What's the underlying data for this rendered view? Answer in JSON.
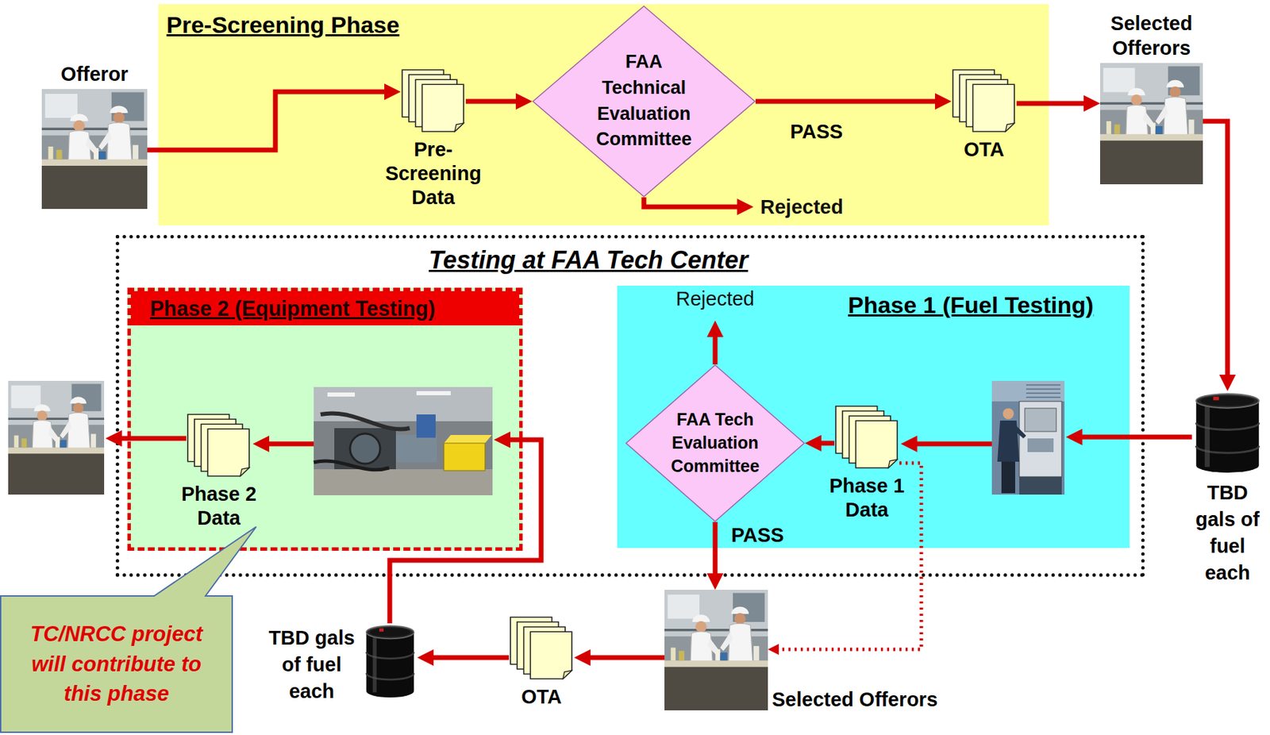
{
  "diagram": {
    "nodes": [
      {
        "text": [
          "Offeror"
        ]
      },
      {
        "text": [
          "Pre-Screening Phase"
        ]
      },
      {
        "text": [
          "Pre- Screening Data"
        ],
        "in": 1
      },
      {
        "text": [
          "FAA Technical Evaluation Committee"
        ],
        "in": 1
      },
      {
        "text": [
          "OTA"
        ],
        "in": 1
      },
      {
        "text": [
          "Selected Offerors"
        ]
      },
      {
        "text": [
          "TBD gals of fuel each"
        ]
      },
      {
        "text": [
          "Testing at FAA Tech Center"
        ]
      },
      {
        "text": [
          "Phase 2 (Equipment Testing)"
        ],
        "in": 7
      },
      {
        "text": [
          "Phase 2 Data"
        ],
        "in": 8
      },
      {
        "text": [
          "Phase 1 (Fuel Testing)"
        ],
        "in": 7
      },
      {
        "text": [
          "FAA Tech Evaluation Committee"
        ],
        "in": 10
      },
      {
        "text": [
          "Phase 1 Data"
        ],
        "in": 10
      },
      {
        "text": [
          "Selected Offerors"
        ]
      },
      {
        "text": [
          "OTA"
        ]
      },
      {
        "text": [
          "TBD gals of fuel each"
        ]
      },
      {
        "text": [
          "TC/NRCC project will contribute to this phase"
        ]
      }
    ],
    "edges": [
      {
        "from": 0,
        "to": 2,
        "arrow": "to"
      },
      {
        "from": 2,
        "to": 3,
        "arrow": "to"
      },
      {
        "from": 3,
        "to": 4,
        "arrow": "to",
        "label": "PASS"
      },
      {
        "from": 4,
        "to": 5,
        "arrow": "to"
      },
      {
        "from": 5,
        "to": 6,
        "arrow": "to"
      },
      {
        "from": 12,
        "to": 11,
        "arrow": "to"
      },
      {
        "from": 11,
        "to": 13,
        "arrow": "to",
        "label": "PASS"
      },
      {
        "from": 12,
        "to": 13,
        "arrow": "to"
      },
      {
        "from": 13,
        "to": 14,
        "arrow": "to"
      },
      {
        "from": 14,
        "to": 15,
        "arrow": "to"
      }
    ],
    "labels": [
      "Rejected",
      "Rejected"
    ]
  }
}
